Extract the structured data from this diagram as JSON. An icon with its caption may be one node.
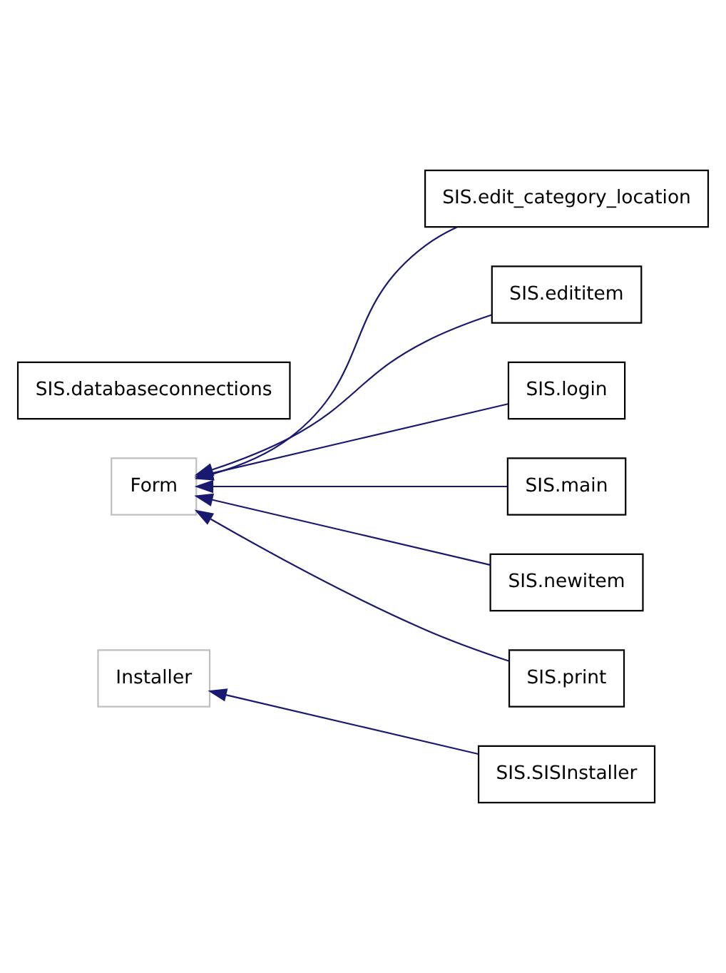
{
  "diagram": {
    "nodes": [
      {
        "text": [
          "SIS.databaseconnections"
        ]
      },
      {
        "text": [
          "SIS.edit_category_location"
        ]
      },
      {
        "text": [
          "SIS.edititem"
        ]
      },
      {
        "text": [
          "SIS.login"
        ]
      },
      {
        "text": [
          "Form"
        ]
      },
      {
        "text": [
          "SIS.main"
        ]
      },
      {
        "text": [
          "SIS.newitem"
        ]
      },
      {
        "text": [
          "SIS.print"
        ]
      },
      {
        "text": [
          "Installer"
        ]
      },
      {
        "text": [
          "SIS.SISInstaller"
        ]
      }
    ],
    "edges": [
      {
        "from": 1,
        "to": 4,
        "arrow": "to"
      },
      {
        "from": 2,
        "to": 4,
        "arrow": "to"
      },
      {
        "from": 3,
        "to": 4,
        "arrow": "to"
      },
      {
        "from": 5,
        "to": 4,
        "arrow": "to"
      },
      {
        "from": 6,
        "to": 4,
        "arrow": "to"
      },
      {
        "from": 7,
        "to": 4,
        "arrow": "to"
      },
      {
        "from": 9,
        "to": 8,
        "arrow": "to"
      }
    ]
  }
}
